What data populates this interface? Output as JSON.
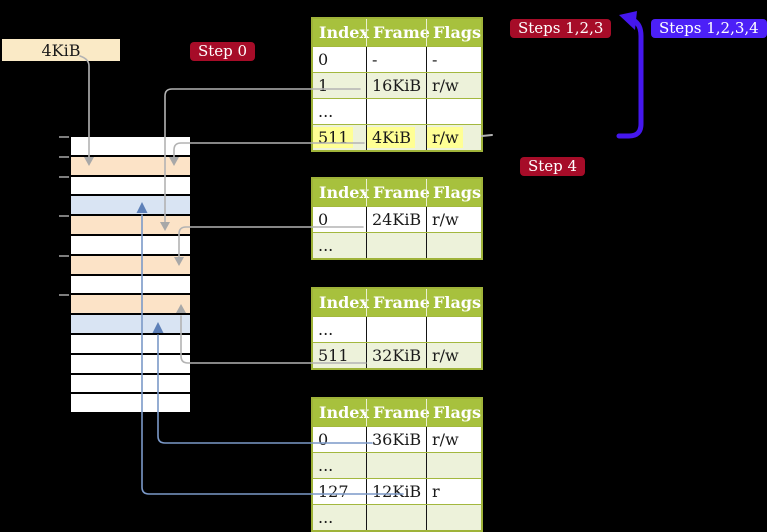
{
  "labels": {
    "page_size": "4KiB"
  },
  "badges": {
    "step0": "Step 0",
    "steps123": "Steps 1,2,3",
    "steps1234": "Steps 1,2,3,4",
    "step4": "Step 4"
  },
  "tables": {
    "headers": [
      "Index",
      "Frame",
      "Flags"
    ],
    "t1": {
      "rows": [
        {
          "index": "0",
          "frame": "-",
          "flags": "-"
        },
        {
          "index": "1",
          "frame": "16KiB",
          "flags": "r/w"
        },
        {
          "index": "...",
          "frame": "",
          "flags": ""
        },
        {
          "index": "511",
          "frame": "4KiB",
          "flags": "r/w"
        }
      ]
    },
    "t2": {
      "rows": [
        {
          "index": "0",
          "frame": "24KiB",
          "flags": "r/w"
        },
        {
          "index": "...",
          "frame": "",
          "flags": ""
        }
      ]
    },
    "t3": {
      "rows": [
        {
          "index": "...",
          "frame": "",
          "flags": ""
        },
        {
          "index": "511",
          "frame": "32KiB",
          "flags": "r/w"
        }
      ]
    },
    "t4": {
      "rows": [
        {
          "index": "0",
          "frame": "36KiB",
          "flags": "r/w"
        },
        {
          "index": "...",
          "frame": "",
          "flags": ""
        },
        {
          "index": "127",
          "frame": "12KiB",
          "flags": "r"
        },
        {
          "index": "...",
          "frame": "",
          "flags": ""
        }
      ]
    }
  },
  "memory": {
    "rows": [
      "white",
      "orange",
      "white",
      "blue",
      "orange",
      "white",
      "orange",
      "white",
      "orange",
      "blue",
      "white",
      "white",
      "white",
      "white"
    ]
  },
  "colors": {
    "background": "#000000",
    "table_header_green": "#a7c13d",
    "table_row_green": "#edf2da",
    "table_border_olive": "#9fb339",
    "highlight_yellow": "#ffff94",
    "label_wheat": "#faeac6",
    "memory_orange": "#fce3c7",
    "memory_blue": "#d9e4f3",
    "badge_crimson": "#a60c28",
    "badge_blue": "#4c20f7",
    "arrow_blue": "#4517ee",
    "connector_gray": "#b3b3b3",
    "connector_blue": "#7b99c8"
  }
}
